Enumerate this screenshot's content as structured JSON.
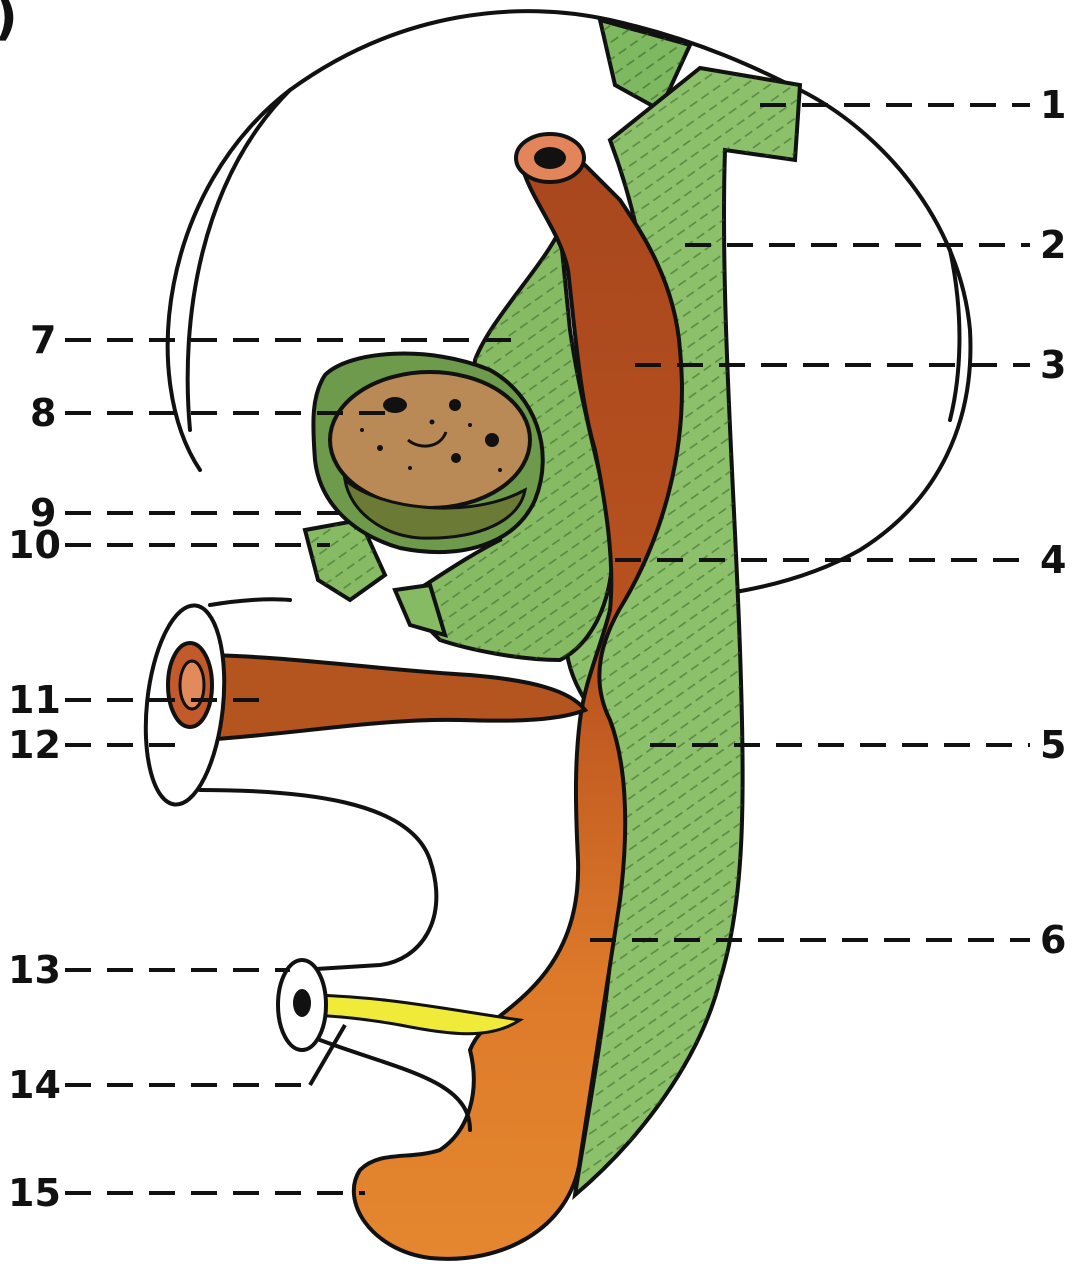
{
  "corner_mark": ")",
  "labels": {
    "l1": "1",
    "l2": "2",
    "l3": "3",
    "l4": "4",
    "l5": "5",
    "l6": "6",
    "l7": "7",
    "l8": "8",
    "l9": "9",
    "l10": "10",
    "l11": "11",
    "l12": "12",
    "l13": "13",
    "l14": "14",
    "l15": "15"
  },
  "colors": {
    "mesentery_green": "#8cc06a",
    "mesentery_dark": "#3f7a2e",
    "gut_orange": "#d9772b",
    "gut_brown": "#a2451f",
    "liver_brown": "#b98a55",
    "yolk_yellow": "#f0ea38",
    "outline": "#111111"
  }
}
